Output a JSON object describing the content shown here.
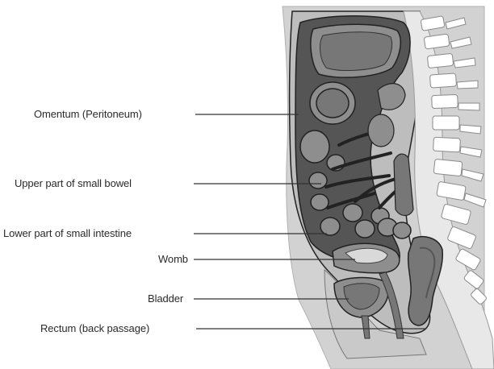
{
  "labels": {
    "omentum": "Omentum (Peritoneum)",
    "upper_bowel": "Upper part of small bowel",
    "lower_intestine": "Lower part of small intestine",
    "womb": "Womb",
    "bladder": "Bladder",
    "rectum": "Rectum (back passage)"
  },
  "colors": {
    "body": "#d2d2d2",
    "abdomen": "#bdbdbd",
    "organ_dark": "#555555",
    "organ_mid": "#777777",
    "organ_light": "#8e8e8e",
    "outline": "#222222",
    "spine": "#ffffff",
    "leader_line": "#333333"
  }
}
